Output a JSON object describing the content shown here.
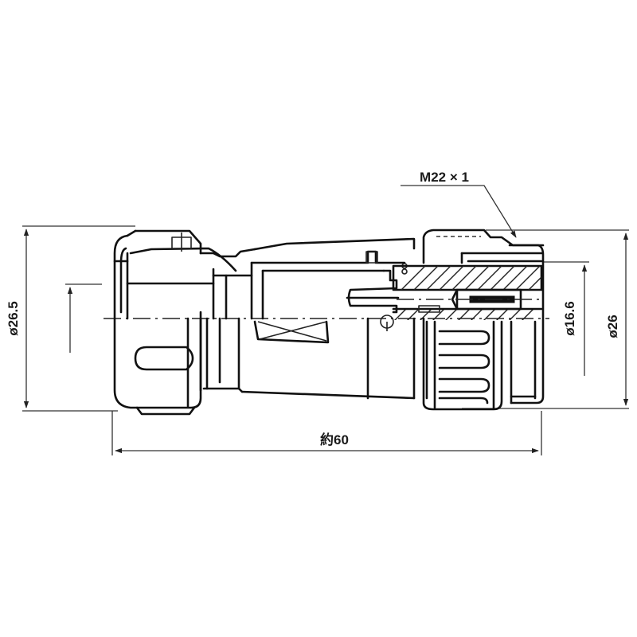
{
  "drawing": {
    "title": "Connector plug outline drawing",
    "units": "mm",
    "colors": {
      "line": "#111111",
      "background": "#ffffff"
    },
    "dimensions": {
      "thread": {
        "label": "M22 × 1"
      },
      "left_diameter": {
        "label": "ø26.5"
      },
      "inner_diameter": {
        "label": "ø16.6"
      },
      "right_diameter": {
        "label": "ø26"
      },
      "overall_length": {
        "label": "約60"
      }
    }
  }
}
